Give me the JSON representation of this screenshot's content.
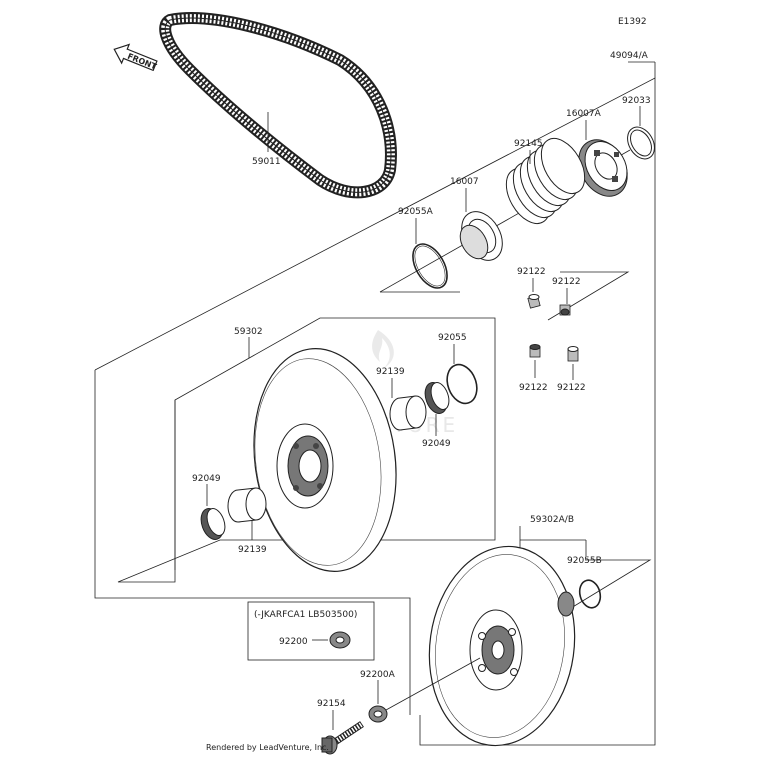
{
  "diagram_code": "E1392",
  "front_label": "FRONT",
  "watermark": "LEADVENTURE",
  "footer": "Rendered by LeadVenture, Inc.",
  "variant_note": "(-JKARFCA1 LB503500)",
  "parts": {
    "p59011": "59011",
    "p49094a": "49094/A",
    "p92033": "92033",
    "p16007a": "16007A",
    "p92145": "92145",
    "p16007": "16007",
    "p92055a": "92055A",
    "p92122_1": "92122",
    "p92122_2": "92122",
    "p92122_3": "92122",
    "p92122_4": "92122",
    "p59302": "59302",
    "p92055": "92055",
    "p92139_top": "92139",
    "p92049_top": "92049",
    "p92049_bot": "92049",
    "p92139_bot": "92139",
    "p59302ab": "59302A/B",
    "p92055b": "92055B",
    "p92200": "92200",
    "p92200a": "92200A",
    "p92154": "92154"
  }
}
